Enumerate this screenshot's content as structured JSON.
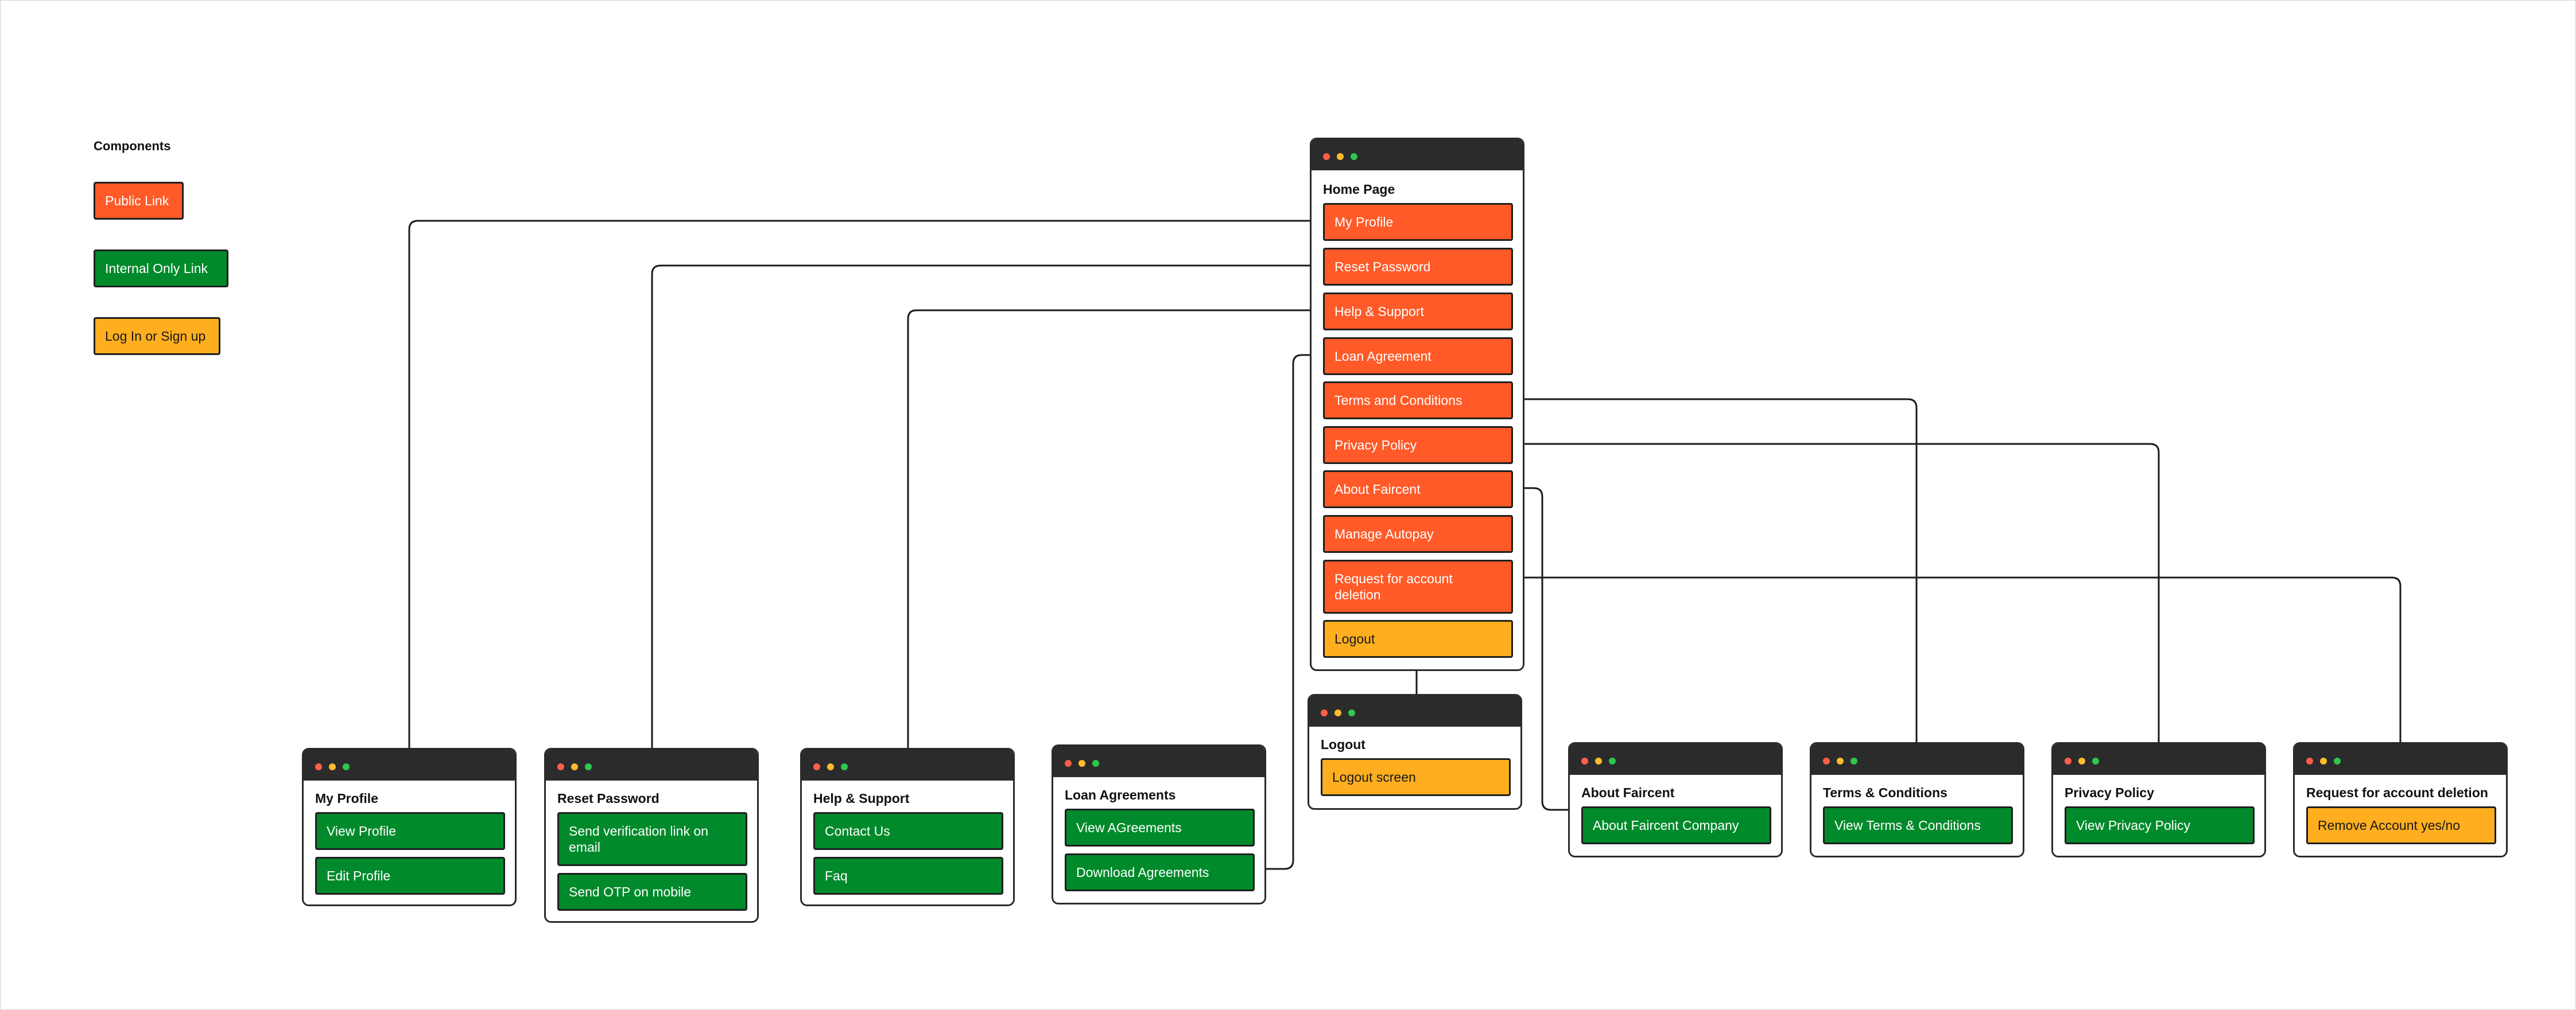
{
  "legend": {
    "title": "Components",
    "public_link": "Public Link",
    "internal_link": "Internal Only Link",
    "login_signup": "Log In or Sign up"
  },
  "home": {
    "title": "Home Page",
    "links": [
      {
        "label": "My Profile",
        "type": "public"
      },
      {
        "label": "Reset Password",
        "type": "public"
      },
      {
        "label": "Help & Support",
        "type": "public"
      },
      {
        "label": "Loan Agreement",
        "type": "public"
      },
      {
        "label": "Terms and Conditions",
        "type": "public"
      },
      {
        "label": "Privacy Policy",
        "type": "public"
      },
      {
        "label": "About Faircent",
        "type": "public"
      },
      {
        "label": "Manage Autopay",
        "type": "public"
      },
      {
        "label": "Request for account deletion",
        "type": "public"
      },
      {
        "label": "Logout",
        "type": "login"
      }
    ]
  },
  "screens": {
    "my_profile": {
      "title": "My Profile",
      "items": [
        "View Profile",
        "Edit Profile"
      ]
    },
    "reset_password": {
      "title": "Reset Password",
      "items": [
        "Send verification link on email",
        "Send OTP on mobile"
      ]
    },
    "help_support": {
      "title": "Help & Support",
      "items": [
        "Contact Us",
        "Faq"
      ]
    },
    "loan_agreements": {
      "title": "Loan Agreements",
      "items": [
        "View AGreements",
        "Download Agreements"
      ]
    },
    "logout": {
      "title": "Logout",
      "items": [
        "Logout screen"
      ]
    },
    "about_faircent": {
      "title": "About Faircent",
      "items": [
        "About Faircent Company"
      ]
    },
    "terms_conditions": {
      "title": "Terms & Conditions",
      "items": [
        "View Terms & Conditions"
      ]
    },
    "privacy_policy": {
      "title": "Privacy Policy",
      "items": [
        "View Privacy Policy"
      ]
    },
    "account_deletion": {
      "title": "Request for account deletion",
      "items": [
        "Remove Account yes/no"
      ]
    }
  },
  "colors": {
    "public_link": "#FF5A28",
    "internal_link": "#008A2B",
    "login_signup": "#FFAE1F",
    "window_titlebar": "#2b2b2b",
    "connector": "#1a1a1a"
  }
}
